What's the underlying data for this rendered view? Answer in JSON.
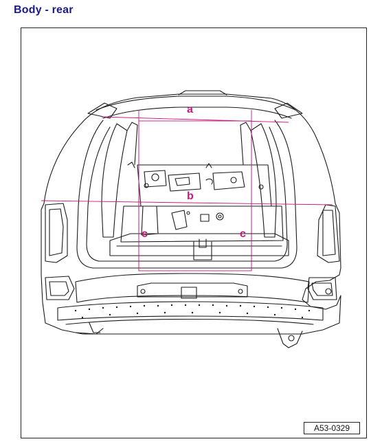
{
  "page": {
    "heading": "Body - rear"
  },
  "figure": {
    "dimension_labels": {
      "a": "a",
      "b": "b",
      "c_left": "c",
      "c_right": "c"
    },
    "reference_code": "A53-0329",
    "colors": {
      "dimension": "#c8187c",
      "linework": "#1a1a1a",
      "heading": "#1a1a8c"
    }
  }
}
